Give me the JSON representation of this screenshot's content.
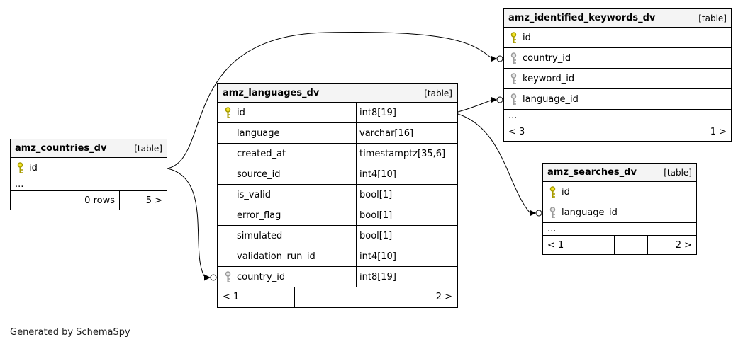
{
  "diagram": {
    "generator_note": "Generated by SchemaSpy",
    "tables": [
      {
        "id": "amz_identified_keywords_dv",
        "name": "amz_identified_keywords_dv",
        "tag": "[table]",
        "emphasized": false,
        "show_types": false,
        "columns": [
          {
            "name": "id",
            "type": "",
            "key": "primary"
          },
          {
            "name": "country_id",
            "type": "",
            "key": "foreign"
          },
          {
            "name": "keyword_id",
            "type": "",
            "key": "foreign"
          },
          {
            "name": "language_id",
            "type": "",
            "key": "foreign"
          }
        ],
        "ellipsis": "...",
        "footer": {
          "left": "< 3",
          "mid": "",
          "right": "1 >"
        }
      },
      {
        "id": "amz_languages_dv",
        "name": "amz_languages_dv",
        "tag": "[table]",
        "emphasized": true,
        "show_types": true,
        "columns": [
          {
            "name": "id",
            "type": "int8[19]",
            "key": "primary"
          },
          {
            "name": "language",
            "type": "varchar[16]",
            "key": ""
          },
          {
            "name": "created_at",
            "type": "timestamptz[35,6]",
            "key": ""
          },
          {
            "name": "source_id",
            "type": "int4[10]",
            "key": ""
          },
          {
            "name": "is_valid",
            "type": "bool[1]",
            "key": ""
          },
          {
            "name": "error_flag",
            "type": "bool[1]",
            "key": ""
          },
          {
            "name": "simulated",
            "type": "bool[1]",
            "key": ""
          },
          {
            "name": "validation_run_id",
            "type": "int4[10]",
            "key": ""
          },
          {
            "name": "country_id",
            "type": "int8[19]",
            "key": "foreign"
          }
        ],
        "ellipsis": "",
        "footer": {
          "left": "< 1",
          "mid": "",
          "right": "2 >"
        }
      },
      {
        "id": "amz_countries_dv",
        "name": "amz_countries_dv",
        "tag": "[table]",
        "emphasized": false,
        "show_types": false,
        "columns": [
          {
            "name": "id",
            "type": "",
            "key": "primary"
          }
        ],
        "ellipsis": "...",
        "footer": {
          "left": "",
          "mid": "0 rows",
          "right": "5 >"
        }
      },
      {
        "id": "amz_searches_dv",
        "name": "amz_searches_dv",
        "tag": "[table]",
        "emphasized": false,
        "show_types": false,
        "columns": [
          {
            "name": "id",
            "type": "",
            "key": "primary"
          },
          {
            "name": "language_id",
            "type": "",
            "key": "foreign"
          }
        ],
        "ellipsis": "...",
        "footer": {
          "left": "< 1",
          "mid": "",
          "right": "2 >"
        }
      }
    ],
    "relationships": [
      {
        "from": "amz_countries_dv.id",
        "to": "amz_identified_keywords_dv.country_id"
      },
      {
        "from": "amz_countries_dv.id",
        "to": "amz_languages_dv.country_id"
      },
      {
        "from": "amz_languages_dv.id",
        "to": "amz_identified_keywords_dv.language_id"
      },
      {
        "from": "amz_languages_dv.id",
        "to": "amz_searches_dv.language_id"
      }
    ],
    "colors": {
      "primary_key": "#f5e626",
      "primary_key_stroke": "#a79b00",
      "foreign_key": "#e8e8e8",
      "foreign_key_stroke": "#9a9a9a"
    }
  }
}
